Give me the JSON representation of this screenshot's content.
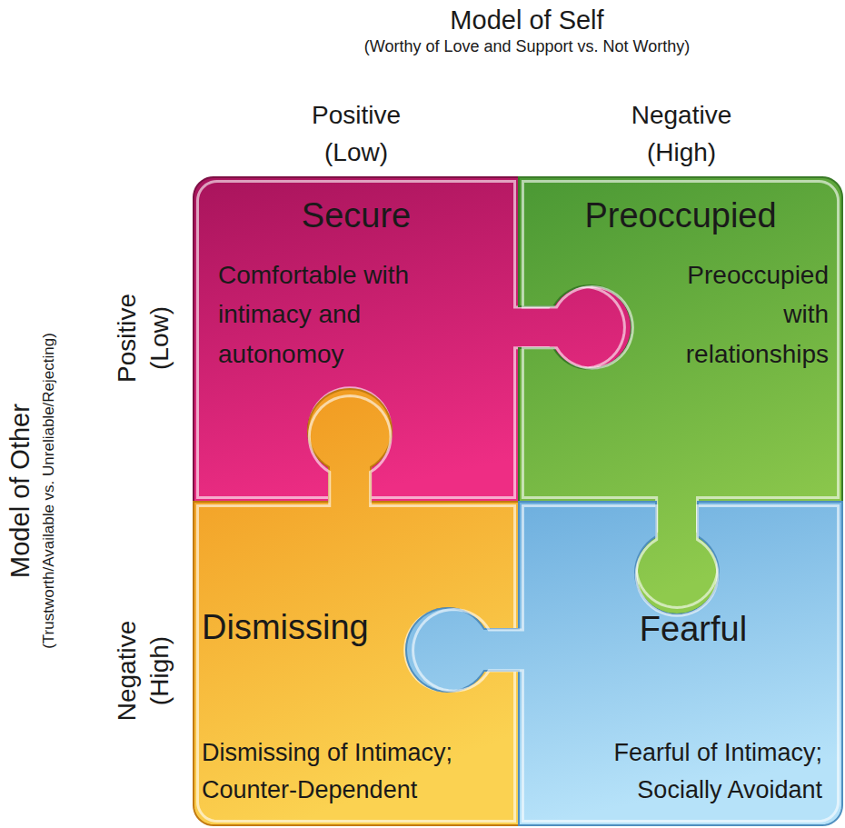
{
  "diagram": {
    "title": "Model of Self",
    "nodes": [
      {
        "text": [
          "Secure",
          "Comfortable with intimacy and autonomoy"
        ]
      },
      {
        "text": [
          "Preoccupied",
          "Preoccupied with relationships"
        ]
      },
      {
        "text": [
          "Dismissing",
          "Dismissing of Intimacy; Counter-Dependent"
        ]
      },
      {
        "text": [
          "Fearful",
          "Fearful of Intimacy; Socially Avoidant"
        ]
      }
    ],
    "labels": [
      "(Worthy of Love and Support vs. Not Worthy)",
      "Positive (Low)",
      "Negative (High)",
      "Model of Other",
      "(Trustworth/Available vs. Unreliable/Rejecting)",
      "Positive (Low)",
      "Negative (High)"
    ]
  }
}
